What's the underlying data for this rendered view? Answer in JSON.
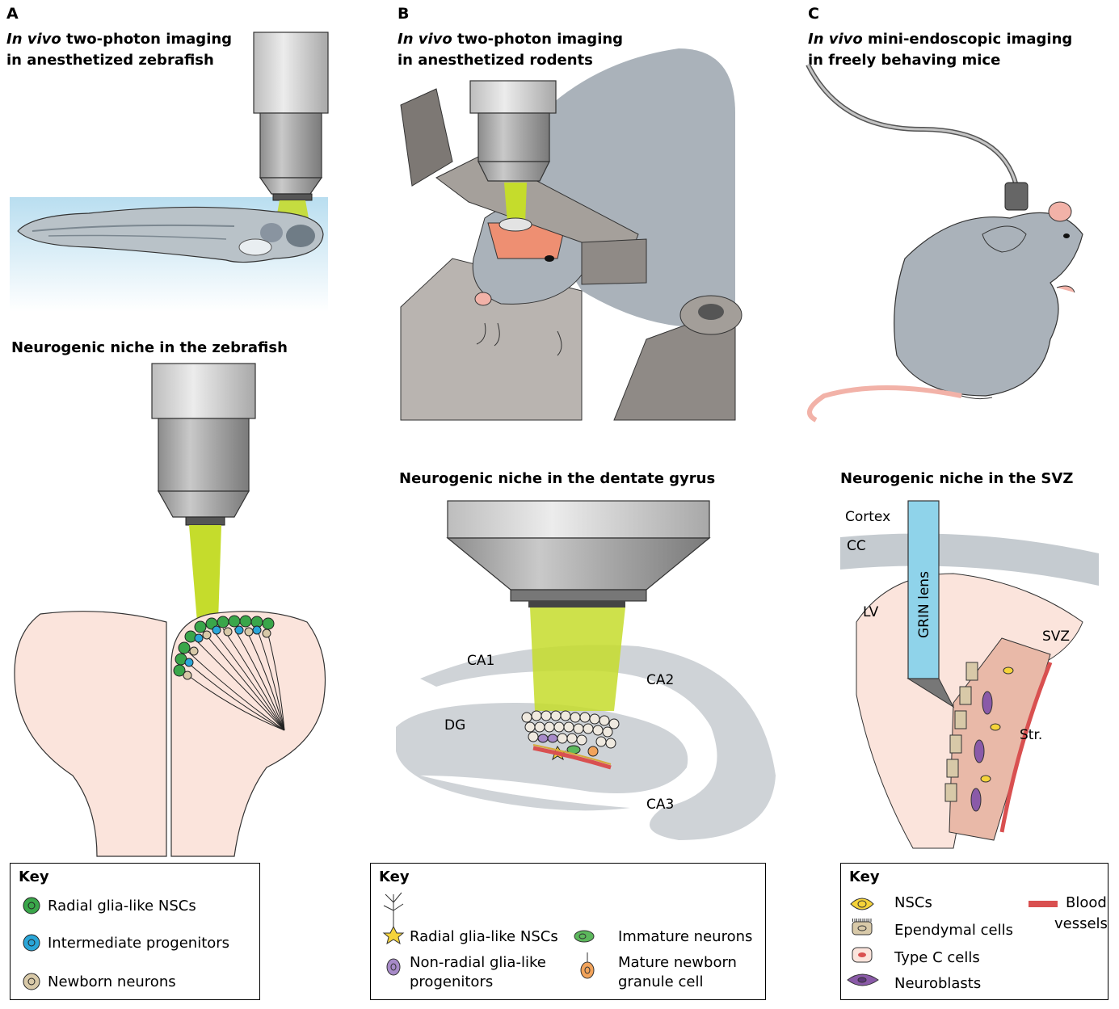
{
  "panels": {
    "a": {
      "letter": "A",
      "title_em": "In vivo",
      "title_rest1": " two-photon imaging",
      "title_line2": "in anesthetized zebrafish",
      "niche_title": "Neurogenic niche in the zebrafish"
    },
    "b": {
      "letter": "B",
      "title_em": "In vivo",
      "title_rest1": " two-photon imaging",
      "title_line2": "in anesthetized rodents",
      "niche_title": "Neurogenic niche in the dentate gyrus"
    },
    "c": {
      "letter": "C",
      "title_em": "In vivo",
      "title_rest1": " mini-endoscopic imaging",
      "title_line2": "in freely behaving mice",
      "niche_title": "Neurogenic niche in the SVZ"
    }
  },
  "labels": {
    "ca1": "CA1",
    "ca2": "CA2",
    "ca3": "CA3",
    "dg": "DG",
    "cortex": "Cortex",
    "cc": "CC",
    "lv": "LV",
    "svz": "SVZ",
    "str": "Str.",
    "grin": "GRIN lens"
  },
  "keys": {
    "a": {
      "title": "Key",
      "items": [
        "Radial glia-like NSCs",
        "Intermediate progenitors",
        "Newborn neurons"
      ]
    },
    "b": {
      "title": "Key",
      "items": [
        "Radial glia-like NSCs",
        "Non-radial glia-like",
        "progenitors",
        "Immature neurons",
        "Mature newborn",
        "granule cell"
      ]
    },
    "c": {
      "title": "Key",
      "items": [
        "NSCs",
        "Ependymal cells",
        "Type C cells",
        "Neuroblasts",
        "Blood",
        "vessels"
      ]
    }
  },
  "colors": {
    "light_green": "#c5dc2c",
    "rg_green": "#3aa64a",
    "ip_blue": "#2aa6d8",
    "newborn_tan": "#d8c9a8",
    "niche_pink": "#fbe4dc",
    "mouse_gray": "#aab2ba",
    "grin_blue": "#8fd3ea",
    "vessel_red": "#d95050",
    "neuroblast_purple": "#8a5aa8"
  },
  "icons": [
    "objective-lens-icon",
    "zebrafish-icon",
    "mouse-icon",
    "fiber-cable-icon",
    "cell-icon"
  ]
}
